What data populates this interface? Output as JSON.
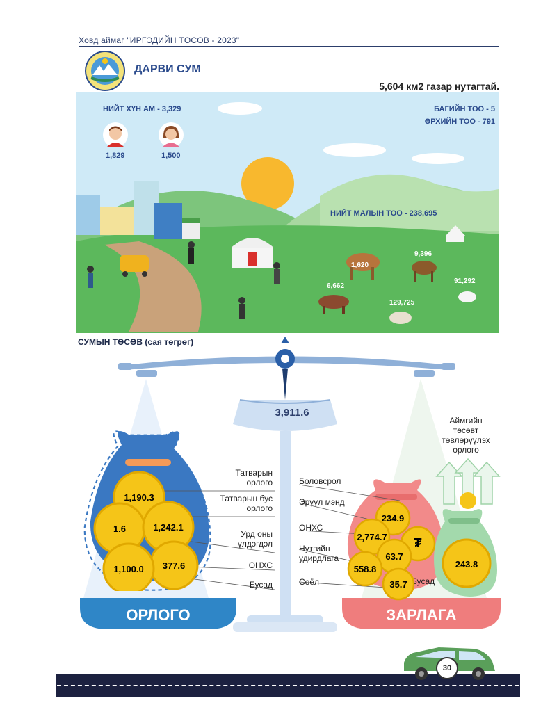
{
  "header": {
    "title": "Ховд аймаг \"ИРГЭДИЙН ТӨСӨВ - 2023\""
  },
  "soum": {
    "name": "ДАРВИ СУМ",
    "area": "5,604 км2 газар нутагтай."
  },
  "population": {
    "total_label": "НИЙТ ХҮН АМ - 3,329",
    "male": "1,829",
    "female": "1,500"
  },
  "admin": {
    "bag_label": "БАГИЙН ТОО - 5",
    "household_label": "ӨРХИЙН ТОО - 791"
  },
  "livestock": {
    "total_label": "НИЙТ МАЛЫН ТОО - 238,695",
    "camel": "1,620",
    "horse": "9,396",
    "cattle": "6,662",
    "sheep": "129,725",
    "goat": "91,292"
  },
  "budget": {
    "title": "СУМЫН ТӨСӨВ (сая төгрөг)",
    "total": "3,911.6",
    "income_label": "ОРЛОГО",
    "expense_label": "ЗАРЛАГА",
    "income_items": [
      {
        "label_line1": "Татварын",
        "label_line2": "орлого",
        "value": "1,190.3"
      },
      {
        "label_line1": "Татварын бус",
        "label_line2": "орлого",
        "value": "1.6"
      },
      {
        "label_line1": "Урд оны",
        "label_line2": "үлдэгдэл",
        "value": "1,242.1"
      },
      {
        "label_line1": "ОНХС",
        "label_line2": "",
        "value": "377.6"
      },
      {
        "label_line1": "Бусад",
        "label_line2": "",
        "value": "1,100.0"
      }
    ],
    "expense_items": [
      {
        "label_line1": "Боловсрол",
        "label_line2": "",
        "value": "234.9"
      },
      {
        "label_line1": "Эрүүл мэнд",
        "label_line2": "",
        "value": "2,774.7"
      },
      {
        "label_line1": "ОНХС",
        "label_line2": "",
        "value": "63.7"
      },
      {
        "label_line1": "Нутгийн",
        "label_line2": "удирдлага",
        "value": "558.8"
      },
      {
        "label_line1": "Соёл",
        "label_line2": "",
        "value": "35.7"
      },
      {
        "label_line1": "Бусад",
        "label_line2": "",
        "value": ""
      }
    ],
    "transfer": {
      "line1": "Аймгийн",
      "line2": "төсөвт",
      "line3": "төвлөрүүлэх",
      "line4": "орлого",
      "value": "243.8"
    }
  },
  "page_number": "30",
  "colors": {
    "navy": "#2c3e6b",
    "income_blue": "#3a78c2",
    "expense_red": "#ef7d7d",
    "transfer_green": "#8ecf9c",
    "coin_gold": "#f5c518",
    "grass": "#5cb85c"
  }
}
